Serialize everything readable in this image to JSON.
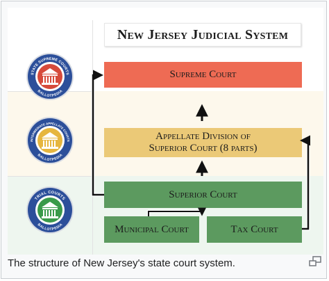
{
  "diagram": {
    "title": "New Jersey Judicial System",
    "courts": {
      "supreme": "Supreme Court",
      "appellate_line1": "Appellate Division of",
      "appellate_line2": "Superior Court (8 parts)",
      "superior": "Superior Court",
      "municipal": "Municipal Court",
      "tax": "Tax Court"
    },
    "seals": [
      {
        "label": "STATE SUPREME COURTS",
        "brand": "BALLOTPEDIA",
        "color": "#d64a3b"
      },
      {
        "label": "INTERMEDIATE APPELLATE COURTS",
        "brand": "BALLOTPEDIA",
        "color": "#e6b63f"
      },
      {
        "label": "TRIAL COURTS",
        "brand": "BALLOTPEDIA",
        "color": "#3a9a4a"
      }
    ],
    "colors": {
      "supreme": "#ee6b54",
      "appellate": "#ebc977",
      "trial": "#5c9a5f",
      "seal_ring": "#2c4f9a"
    }
  },
  "caption": "The structure of New Jersey's state court system.",
  "icons": {
    "enlarge": "enlarge-icon"
  }
}
